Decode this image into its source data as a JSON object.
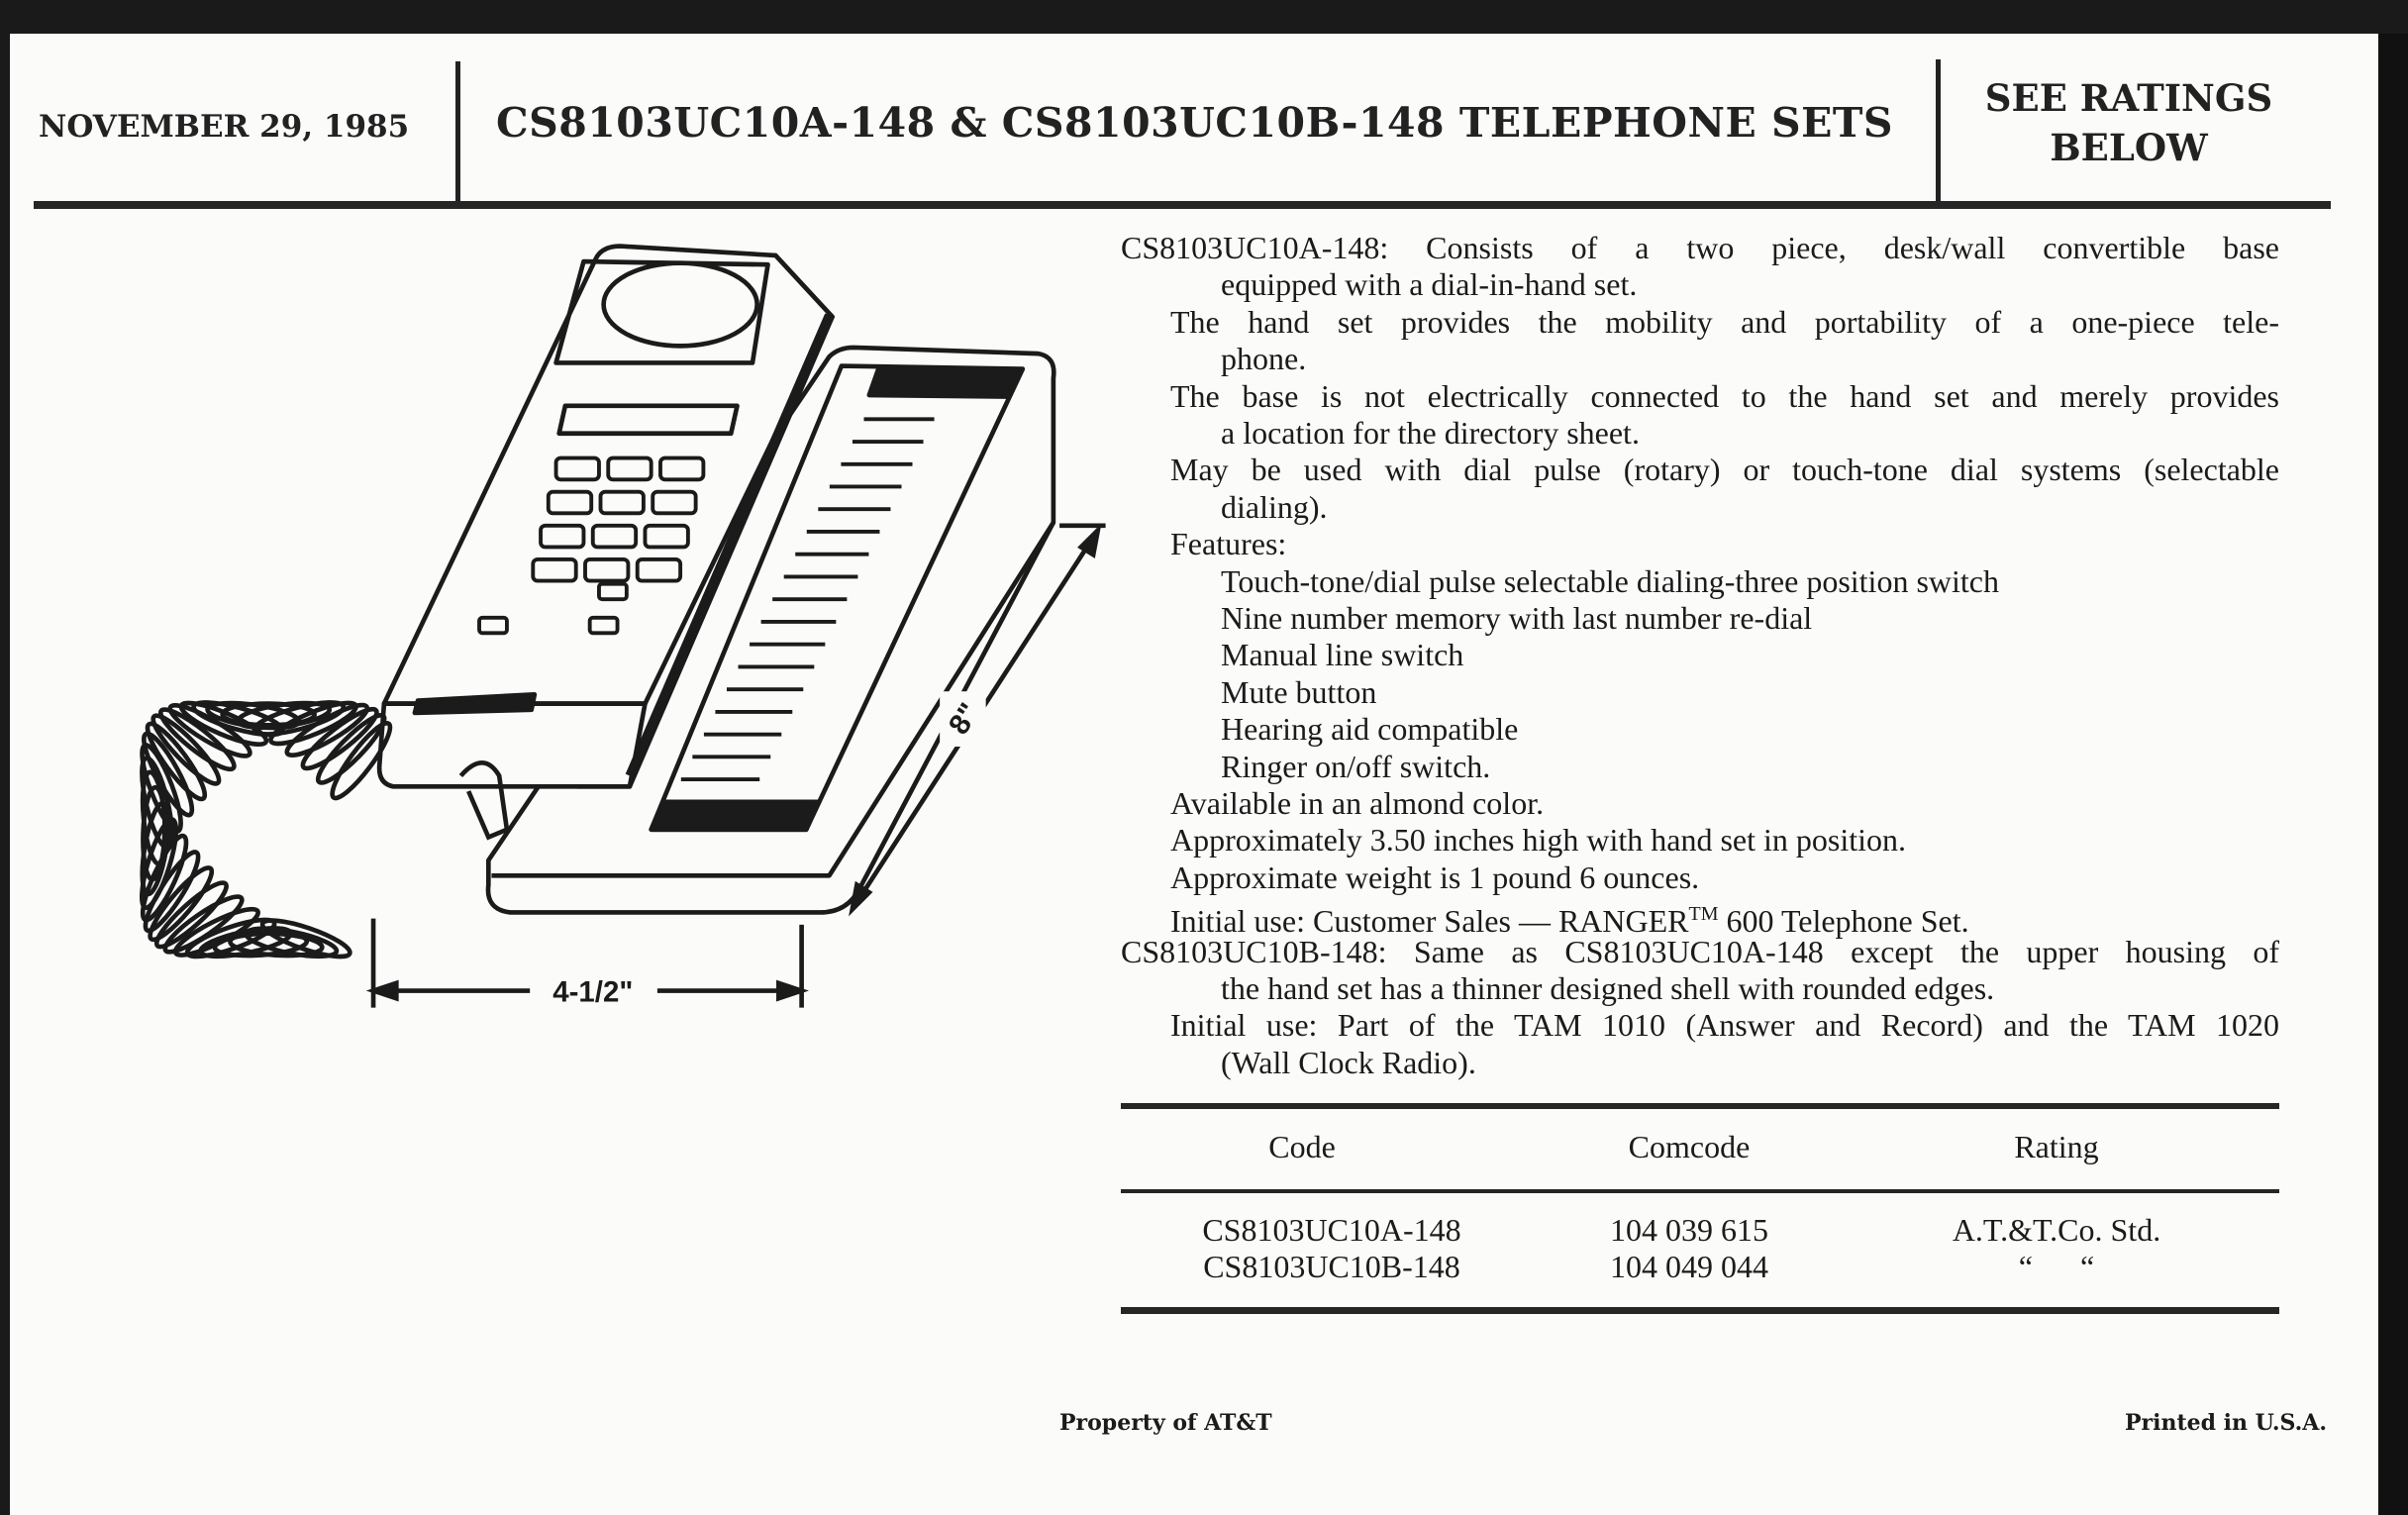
{
  "header": {
    "date": "NOVEMBER 29, 1985",
    "title": "CS8103UC10A-148 & CS8103UC10B-148 TELEPHONE SETS",
    "ratings_line1": "SEE RATINGS",
    "ratings_line2": "BELOW"
  },
  "figure": {
    "width_label": "4-1/2\"",
    "depth_label": "8\""
  },
  "description": {
    "lines": [
      {
        "level": 0,
        "text": "CS8103UC10A-148: Consists of a two piece, desk/wall convertible base"
      },
      {
        "level": 2,
        "text": "equipped with a dial-in-hand set."
      },
      {
        "level": 1,
        "text": "The hand set provides the mobility and portability of a one-piece tele-"
      },
      {
        "level": 2,
        "text": "phone."
      },
      {
        "level": 1,
        "text": "The base is not electrically connected to the hand set and merely provides"
      },
      {
        "level": 2,
        "text": "a location for the directory sheet."
      },
      {
        "level": 1,
        "text": "May be used with dial pulse (rotary) or touch-tone dial systems (selectable"
      },
      {
        "level": 2,
        "text": "dialing)."
      },
      {
        "level": 1,
        "text": "Features:"
      },
      {
        "level": 2,
        "text": "Touch-tone/dial pulse selectable dialing-three position switch"
      },
      {
        "level": 2,
        "text": "Nine number memory with last number re-dial"
      },
      {
        "level": 2,
        "text": "Manual line switch"
      },
      {
        "level": 2,
        "text": "Mute button"
      },
      {
        "level": 2,
        "text": "Hearing aid compatible"
      },
      {
        "level": 2,
        "text": "Ringer on/off switch."
      },
      {
        "level": 1,
        "text": "Available in an almond color."
      },
      {
        "level": 1,
        "text": "Approximately 3.50 inches high with hand set in position."
      },
      {
        "level": 1,
        "text": "Approximate weight is 1 pound 6 ounces."
      },
      {
        "level": 1,
        "text": "Initial use: Customer Sales — RANGER",
        "sup": "TM",
        "after": " 600 Telephone Set."
      },
      {
        "level": 0,
        "text": "CS8103UC10B-148: Same as CS8103UC10A-148 except the upper housing of"
      },
      {
        "level": 2,
        "text": "the hand set has a thinner designed shell with rounded edges."
      },
      {
        "level": 1,
        "text": "Initial use: Part of the TAM 1010 (Answer and Record) and the TAM 1020"
      },
      {
        "level": 2,
        "text": "(Wall Clock Radio)."
      }
    ]
  },
  "table": {
    "headers": [
      "Code",
      "Comcode",
      "Rating"
    ],
    "rows": [
      [
        "CS8103UC10A-148",
        "104 039 615",
        "A.T.&T.Co. Std."
      ],
      [
        "CS8103UC10B-148",
        "104 049 044",
        "“      “"
      ]
    ]
  },
  "footer": {
    "left": "Property of AT&T",
    "right": "Printed in U.S.A."
  }
}
